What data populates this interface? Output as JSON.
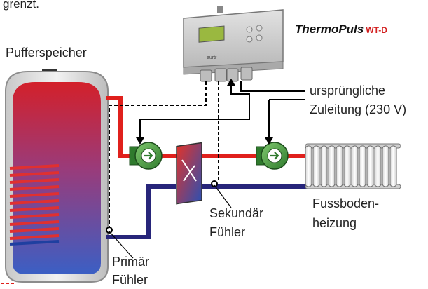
{
  "texts": {
    "top_fragment": "grenzt.",
    "storage_tank_label": "Pufferspeicher",
    "brand_name": "ThermoPuls",
    "brand_model": "WT-D",
    "supply_line_1": "ursprüngliche",
    "supply_line_2": "Zuleitung (230 V)",
    "floor_heating_1": "Fussboden-",
    "floor_heating_2": "heizung",
    "secondary_sensor_1": "Sekundär",
    "secondary_sensor_2": "Fühler",
    "primary_sensor_1": "Primär",
    "primary_sensor_2": "Fühler"
  },
  "colors": {
    "hot_pipe": "#e0201c",
    "cold_pipe": "#27257a",
    "tank_outline": "#9a9a9a",
    "tank_inner_top": "#d3202a",
    "tank_inner_bottom": "#3b5fc4",
    "coil": "#e03030",
    "pump": "#3f9a3c",
    "exchanger_red": "#e0332b",
    "exchanger_blue": "#2f4fb0",
    "controller_body": "#cfcfcf",
    "display": "#9ab840",
    "radiator": "#f4f4f4"
  }
}
